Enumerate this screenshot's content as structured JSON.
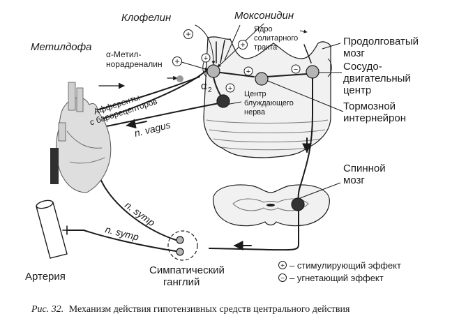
{
  "drugs": {
    "methyldopa": "Метилдофа",
    "clonidine": "Клофелин",
    "moxonidine": "Моксонидин",
    "methylnoradrenaline_line1": "α-Метил-",
    "methylnoradrenaline_line2": "норадреналин"
  },
  "receptor": {
    "alpha": "α",
    "subscript": "2"
  },
  "nucleus": {
    "line1": "Ядро",
    "line2": "солитарного",
    "line3": "тракта"
  },
  "vagus_center": {
    "line1": "Центр",
    "line2": "блуждающего",
    "line3": "нерва"
  },
  "medulla": {
    "line1": "Продолговатый",
    "line2": "мозг"
  },
  "vasomotor": {
    "line1": "Сосудо-",
    "line2": "двигательный",
    "line3": "центр"
  },
  "interneuron": {
    "line1": "Тормозной",
    "line2": "интернейрон"
  },
  "spinal": {
    "line1": "Спинной",
    "line2": "мозг"
  },
  "afferents": {
    "line1": "Афференты",
    "line2": "с барорецепторов"
  },
  "nerves": {
    "vagus": "n. vagus",
    "symp_upper": "n. symp",
    "symp_lower": "n. symp"
  },
  "artery": "Артерия",
  "ganglion": {
    "line1": "Симпатический",
    "line2": "ганглий"
  },
  "signs": {
    "plus": "+",
    "minus": "−"
  },
  "legend": {
    "stimulating": "– стимулирующий эффект",
    "inhibiting": "– угнетающий эффект"
  },
  "caption": {
    "label": "Рис. 32.",
    "text": "Механизм действия гипотензивных средств центрального действия"
  }
}
